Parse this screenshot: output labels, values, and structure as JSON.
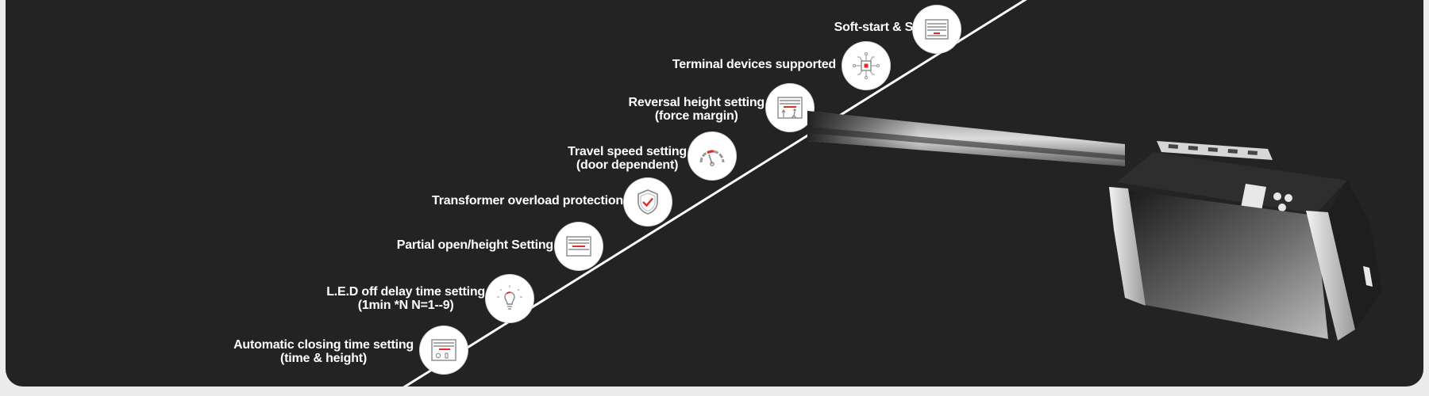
{
  "features": [
    {
      "id": "soft-start",
      "lines": [
        "Soft-start & Soft-sotp"
      ],
      "icon": "garage-door-icon"
    },
    {
      "id": "terminal-devices",
      "lines": [
        "Terminal devices supported"
      ],
      "icon": "circuit-chip-icon"
    },
    {
      "id": "reversal-height",
      "lines": [
        "Reversal height setting",
        "(force margin)"
      ],
      "icon": "garage-door-person-icon"
    },
    {
      "id": "travel-speed",
      "lines": [
        "Travel speed setting",
        "(door dependent)"
      ],
      "icon": "speedometer-icon"
    },
    {
      "id": "overload-protection",
      "lines": [
        "Transformer overload protection"
      ],
      "icon": "shield-check-icon"
    },
    {
      "id": "partial-open",
      "lines": [
        "Partial open/height Setting"
      ],
      "icon": "garage-door-partial-icon"
    },
    {
      "id": "led-off-delay",
      "lines": [
        "L.E.D off delay time setting",
        "(1min *N N=1--9)"
      ],
      "icon": "light-bulb-icon"
    },
    {
      "id": "auto-closing",
      "lines": [
        "Automatic closing time setting",
        "(time & height)"
      ],
      "icon": "garage-door-timer-icon"
    }
  ],
  "colors": {
    "background": "#232323",
    "accent": "#e02b2b",
    "line": "#ffffff"
  }
}
